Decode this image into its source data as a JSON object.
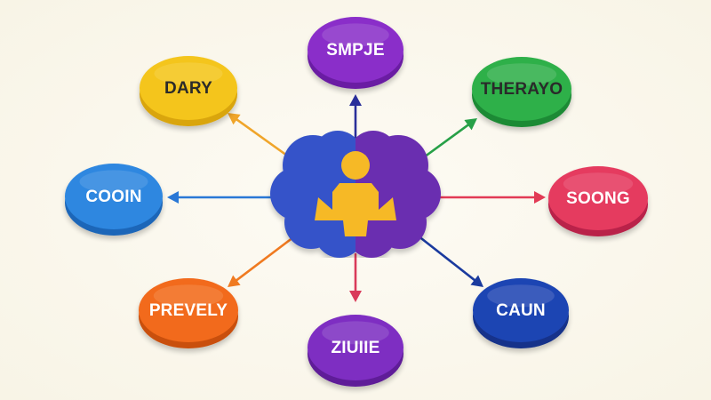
{
  "diagram": {
    "center": {
      "left_color": "#3653c9",
      "right_color": "#6a2fb0",
      "figure_color": "#f6b926",
      "figure_shade": "#e8a01a"
    },
    "nodes": [
      {
        "id": "top",
        "label": "SMPJE",
        "color": "#8a2fc9",
        "side": "#6a1fa3",
        "text": "light",
        "arrow": "#2a2f9a",
        "direction": "outward"
      },
      {
        "id": "top-right",
        "label": "THERAYO",
        "color": "#2fb04a",
        "side": "#1f8a36",
        "text": "dark",
        "arrow": "#27a047",
        "direction": "outward"
      },
      {
        "id": "right",
        "label": "SOONG",
        "color": "#e53a5f",
        "side": "#b9224a",
        "text": "light",
        "arrow": "#e23a55",
        "direction": "outward"
      },
      {
        "id": "bottom-right",
        "label": "CAUN",
        "color": "#1f45b3",
        "side": "#12308a",
        "text": "light",
        "arrow": "#1a3a9e",
        "direction": "outward"
      },
      {
        "id": "bottom",
        "label": "ZIUIIE",
        "color": "#7e2fc2",
        "side": "#5e1f98",
        "text": "light",
        "arrow": "#d93a5a",
        "direction": "outward"
      },
      {
        "id": "bottom-left",
        "label": "PREVELY",
        "color": "#f26a1b",
        "side": "#c9500e",
        "text": "light",
        "arrow": "#f07a20",
        "direction": "outward"
      },
      {
        "id": "left",
        "label": "COOIN",
        "color": "#2d87e0",
        "side": "#1c66b8",
        "text": "light",
        "arrow": "#2a78d6",
        "direction": "outward"
      },
      {
        "id": "top-left",
        "label": "DARY",
        "color": "#f4c51b",
        "side": "#d9a50d",
        "text": "dark",
        "arrow": "#f0a52a",
        "direction": "outward"
      }
    ]
  }
}
